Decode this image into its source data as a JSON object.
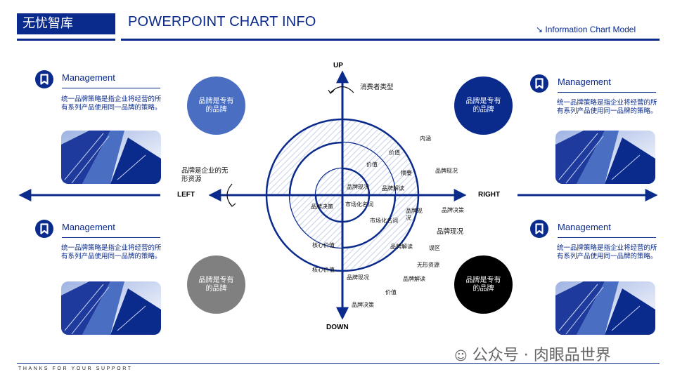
{
  "header": {
    "brand": "无忧智库",
    "title": "POWERPOINT CHART INFO",
    "subtitle_icon": "arrow-down-right-icon",
    "subtitle": "Information Chart Model"
  },
  "panels": [
    {
      "heading": "Management",
      "body": "统一品牌策略是指企业将经营的所有系列产品使用同一品牌的策略。",
      "icon": "bookmark-icon"
    },
    {
      "heading": "Management",
      "body": "统一品牌策略是指企业将经营的所有系列产品使用同一品牌的策略。",
      "icon": "bookmark-icon"
    },
    {
      "heading": "Management",
      "body": "统一品牌策略是指企业将经营的所有系列产品使用同一品牌的策略。",
      "icon": "bookmark-icon"
    },
    {
      "heading": "Management",
      "body": "统一品牌策略是指企业将经营的所有系列产品使用同一品牌的策略。",
      "icon": "bookmark-icon"
    }
  ],
  "badges": {
    "top_left": "品牌是专有的品牌",
    "top_right": "品牌是专有的品牌",
    "bottom_left": "品牌是专有的品牌",
    "bottom_right": "品牌是专有的品牌"
  },
  "colors": {
    "primary": "#0a2a8c",
    "badge_top_left": "#4a6fc2",
    "badge_top_right": "#0a2a8c",
    "badge_bottom_left": "#808080",
    "badge_bottom_right": "#000000"
  },
  "diagram": {
    "up": "UP",
    "down": "DOWN",
    "left": "LEFT",
    "right": "RIGHT",
    "top_note": "消费者类型",
    "left_note": "品牌是企业的无形资源",
    "labels": {
      "neihan": "内涵",
      "jiazhi_1": "价值",
      "jiazhi_2": "价值",
      "zhaiyao": "摘要",
      "pinpai_xiankuang_1": "品牌现况",
      "pinpai_xiankuang_2": "品牌现况",
      "pinpai_jiedu_1": "品牌解读",
      "pinpai_juece_1": "品牌决策",
      "shichang_1": "市场化名词",
      "shichang_2": "市场化名词",
      "pinpai_juece_2": "品牌决策",
      "pinpai_xiankuang_3": "品牌现况",
      "pinpai_xiankuang_4": "品牌现况",
      "hexin_1": "核心价值",
      "pinpai_jiedu_2": "品牌解读",
      "wuqu": "误区",
      "hexin_2": "核心价值",
      "wuxing": "无形资源",
      "pinpai_xiankuang_5": "品牌现况",
      "pinpai_jiedu_3": "品牌解读",
      "jiazhi_3": "价值",
      "pinpai_juece_3": "品牌决策"
    }
  },
  "footer": {
    "thanks": "THANKS FOR YOUR SUPPORT",
    "watermark": "公众号 · 肉眼品世界"
  }
}
